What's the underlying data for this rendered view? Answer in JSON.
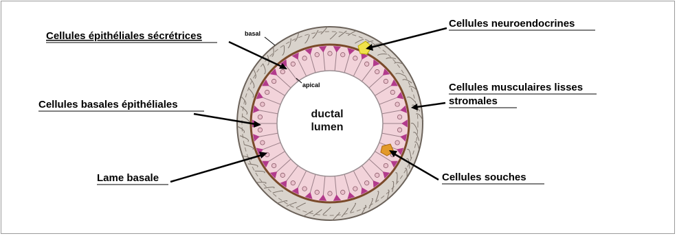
{
  "labels": {
    "secretory": "Cellules épithéliales sécrétrices",
    "basal_epithelial": "Cellules basales épithéliales",
    "basal_lamina": "Lame basale",
    "neuroendocrine": "Cellules neuroendocrines",
    "smooth_muscle_line1": "Cellules musculaires lisses",
    "smooth_muscle_line2": "stromales",
    "stem": "Cellules souches"
  },
  "inner_labels": {
    "basal": "basal",
    "apical": "apical",
    "lumen_line1": "ductal",
    "lumen_line2": "lumen"
  },
  "colors": {
    "stroma_fill": "#d9d3cc",
    "stroma_stroke": "#6b625a",
    "epithelium": "#f2d3da",
    "basal_cell": "#b23b8c",
    "basal_lamina": "#7a4a2a",
    "neuroendocrine": "#f0e24a",
    "stem": "#e39a2a"
  }
}
